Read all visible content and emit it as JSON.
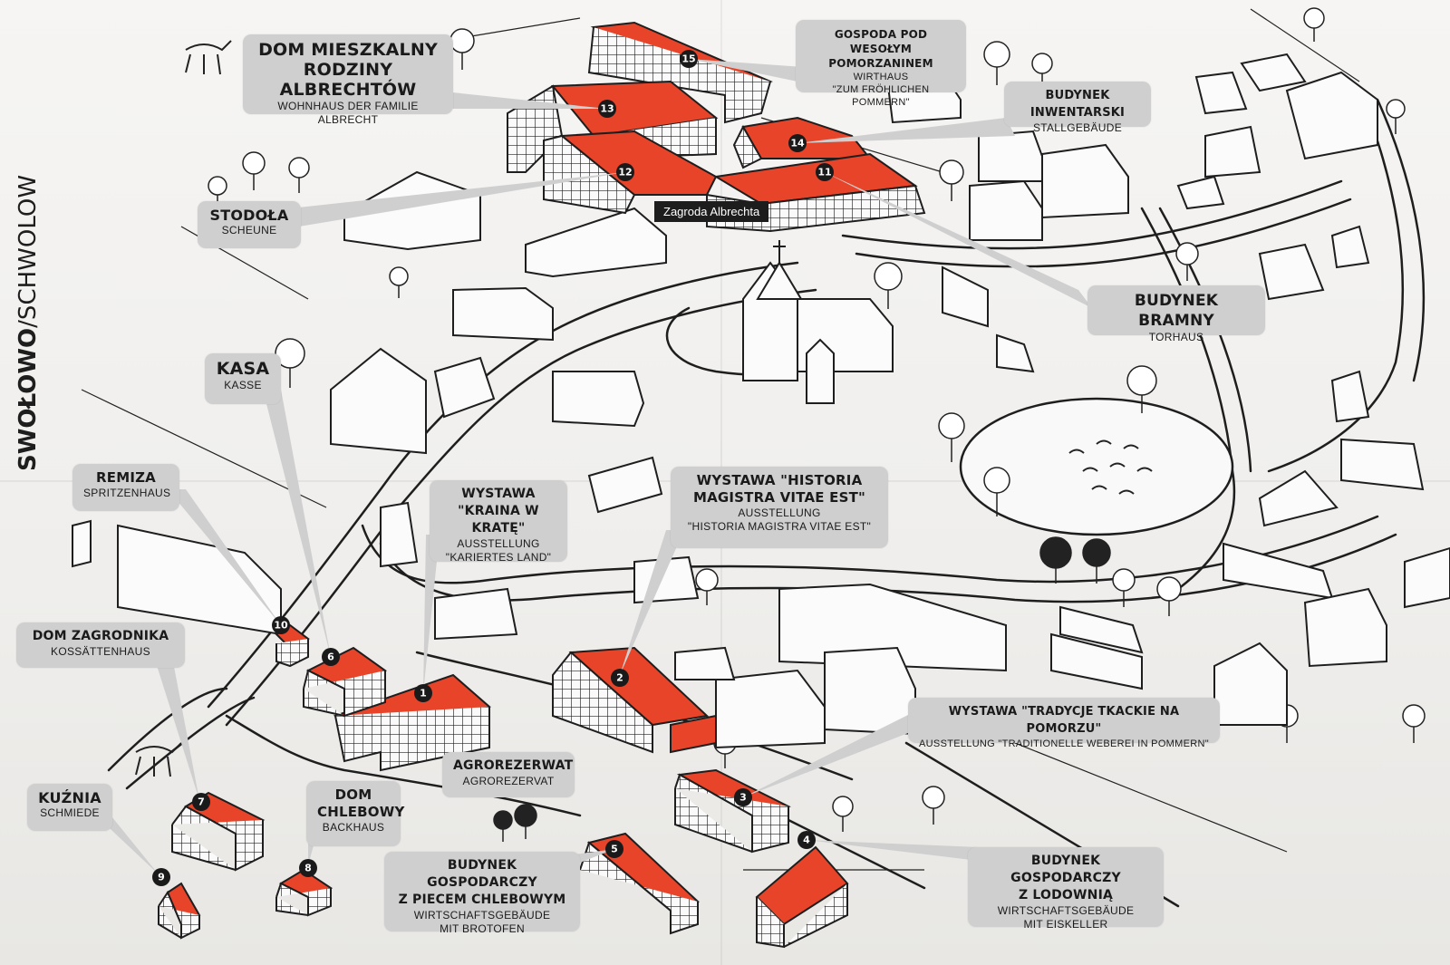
{
  "title": {
    "bold": "SWOŁOWO",
    "separator": "/",
    "regular": "SCHWOLOW"
  },
  "colors": {
    "roof": "#e8442a",
    "callout": "#cfcfcf",
    "ink": "#1e1e1e",
    "paper": "#f3f2f0"
  },
  "central_label": "Zagroda Albrechta",
  "callouts": {
    "dom_mieszkalny": {
      "pl1": "DOM MIESZKALNY",
      "pl2": "RODZINY ALBRECHTÓW",
      "de1": "WOHNHAUS DER FAMILIE ALBRECHT"
    },
    "gospoda": {
      "pl1": "GOSPODA POD WESOŁYM",
      "pl2": "POMORZANINEM",
      "de1": "WIRTHAUS",
      "de2": "\"ZUM FRÖHLICHEN POMMERN\""
    },
    "inwentarski": {
      "pl1": "BUDYNEK INWENTARSKI",
      "de1": "STALLGEBÄUDE"
    },
    "stodola": {
      "pl1": "STODOŁA",
      "de1": "SCHEUNE"
    },
    "bramny": {
      "pl1": "BUDYNEK BRAMNY",
      "de1": "TORHAUS"
    },
    "kasa": {
      "pl1": "KASA",
      "de1": "KASSE"
    },
    "remiza": {
      "pl1": "REMIZA",
      "de1": "SPRITZENHAUS"
    },
    "kraina": {
      "pl1": "WYSTAWA",
      "pl2": "\"KRAINA W KRATĘ\"",
      "de1": "AUSSTELLUNG",
      "de2": "\"KARIERTES LAND\""
    },
    "historia": {
      "pl1": "WYSTAWA \"HISTORIA",
      "pl2": "MAGISTRA VITAE EST\"",
      "de1": "AUSSTELLUNG",
      "de2": "\"HISTORIA MAGISTRA VITAE EST\""
    },
    "zagrodnika": {
      "pl1": "DOM ZAGRODNIKA",
      "de1": "KOSSÄTTENHAUS"
    },
    "tkackie": {
      "pl1": "WYSTAWA \"TRADYCJE TKACKIE NA POMORZU\"",
      "de1": "AUSSTELLUNG \"TRADITIONELLE WEBEREI IN POMMERN\""
    },
    "agrorezerwat": {
      "pl1": "AGROREZERWAT",
      "de1": "AGROREZERVAT"
    },
    "kuznia": {
      "pl1": "KUŹNIA",
      "de1": "SCHMIEDE"
    },
    "chlebowy": {
      "pl1": "DOM",
      "pl2": "CHLEBOWY",
      "de1": "BACKHAUS"
    },
    "gosp_piec": {
      "pl1": "BUDYNEK GOSPODARCZY",
      "pl2": "Z PIECEM CHLEBOWYM",
      "de1": "WIRTSCHAFTSGEBÄUDE",
      "de2": "MIT BROTOFEN"
    },
    "gosp_lodow": {
      "pl1": "BUDYNEK GOSPODARCZY",
      "pl2": "Z LODOWNIĄ",
      "de1": "WIRTSCHAFTSGEBÄUDE",
      "de2": "MIT EISKELLER"
    }
  },
  "markers": [
    "1",
    "2",
    "3",
    "4",
    "5",
    "6",
    "7",
    "8",
    "9",
    "10",
    "11",
    "12",
    "13",
    "14",
    "15"
  ]
}
